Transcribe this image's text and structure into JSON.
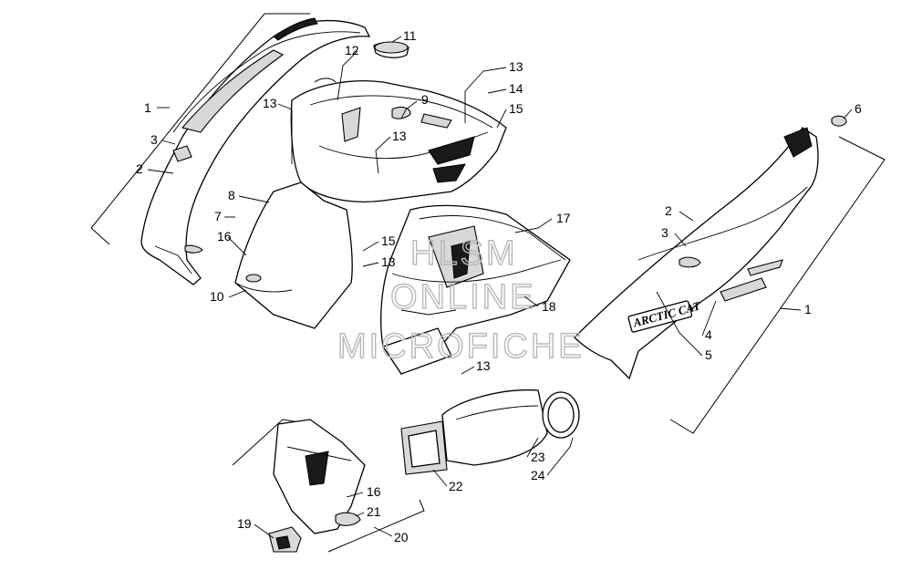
{
  "watermark": {
    "line1": "HLSM",
    "line2": "ONLINE",
    "line3": "MICROFICHE"
  },
  "brand_decal": "ARCTIC CAT",
  "callouts": [
    {
      "id": "c1a",
      "text": "1"
    },
    {
      "id": "c3a",
      "text": "3"
    },
    {
      "id": "c2a",
      "text": "2"
    },
    {
      "id": "c8",
      "text": "8"
    },
    {
      "id": "c7",
      "text": "7"
    },
    {
      "id": "c16a",
      "text": "16"
    },
    {
      "id": "c10",
      "text": "10"
    },
    {
      "id": "c12",
      "text": "12"
    },
    {
      "id": "c11",
      "text": "11"
    },
    {
      "id": "c13a",
      "text": "13"
    },
    {
      "id": "c9",
      "text": "9"
    },
    {
      "id": "c13b",
      "text": "13"
    },
    {
      "id": "c13c",
      "text": "13"
    },
    {
      "id": "c14",
      "text": "14"
    },
    {
      "id": "c15a",
      "text": "15"
    },
    {
      "id": "c15b",
      "text": "15"
    },
    {
      "id": "c13d",
      "text": "13"
    },
    {
      "id": "c17",
      "text": "17"
    },
    {
      "id": "c18",
      "text": "18"
    },
    {
      "id": "c13e",
      "text": "13"
    },
    {
      "id": "c6",
      "text": "6"
    },
    {
      "id": "c2b",
      "text": "2"
    },
    {
      "id": "c3b",
      "text": "3"
    },
    {
      "id": "c1b",
      "text": "1"
    },
    {
      "id": "c4",
      "text": "4"
    },
    {
      "id": "c5",
      "text": "5"
    },
    {
      "id": "c22",
      "text": "22"
    },
    {
      "id": "c23",
      "text": "23"
    },
    {
      "id": "c24",
      "text": "24"
    },
    {
      "id": "c16b",
      "text": "16"
    },
    {
      "id": "c21",
      "text": "21"
    },
    {
      "id": "c19",
      "text": "19"
    },
    {
      "id": "c20",
      "text": "20"
    }
  ]
}
